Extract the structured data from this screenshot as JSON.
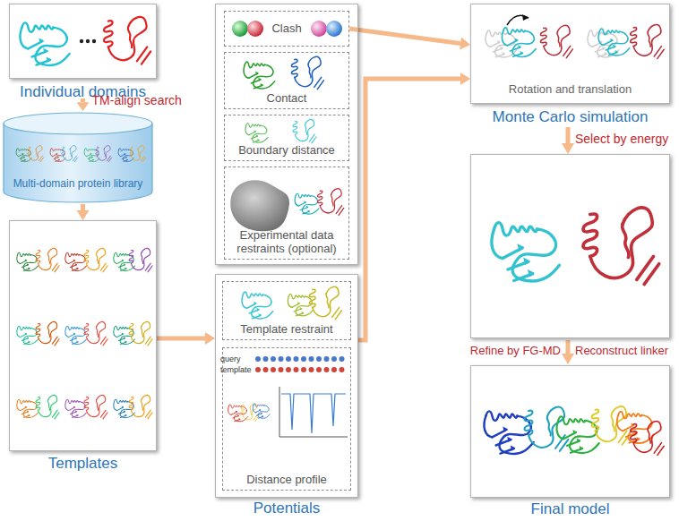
{
  "diagram": {
    "nodes": [
      {
        "text": [
          "Individual domains"
        ]
      },
      {
        "text": [
          "Multi-domain protein library"
        ]
      },
      {
        "text": [
          "Clash"
        ]
      },
      {
        "text": [
          "Contact"
        ]
      },
      {
        "text": [
          "Boundary distance"
        ]
      },
      {
        "text": [
          "Experimental data restraints (optional)"
        ]
      },
      {
        "text": [
          "Rotation and translation",
          "Monte Carlo simulation"
        ]
      },
      {
        "text": [
          "Templates"
        ]
      },
      {
        "text": [
          "Potentials"
        ]
      },
      {
        "text": [
          "Template restraint"
        ],
        "in": 8
      },
      {
        "text": [
          "Distance profile"
        ],
        "in": 8
      },
      {
        "text": [
          "Final model"
        ]
      }
    ],
    "edges": [
      {
        "from": 0,
        "to": 1,
        "arrow": "to",
        "label": "TM-align search"
      },
      {
        "from": 1,
        "to": 7,
        "arrow": "to"
      },
      {
        "from": 7,
        "to": 8,
        "arrow": "to"
      },
      {
        "from": 2,
        "to": 6,
        "arrow": "to"
      },
      {
        "from": 8,
        "to": 6,
        "arrow": "to"
      }
    ],
    "labels": [
      "query",
      "template",
      "Select by energy",
      "Refine by FG-MD",
      "Reconstruct linker"
    ]
  }
}
